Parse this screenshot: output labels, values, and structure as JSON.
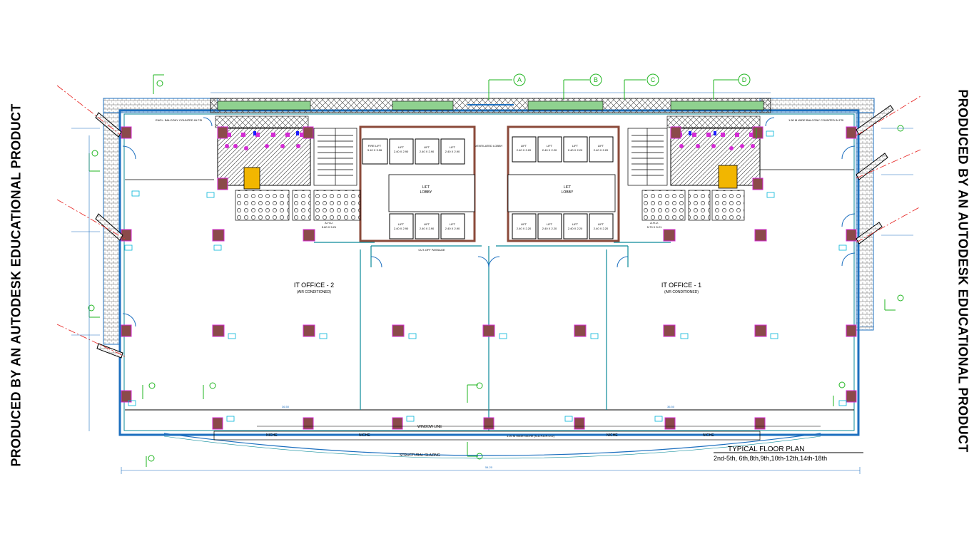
{
  "watermark": {
    "left": "PRODUCED BY AN AUTODESK EDUCATIONAL PRODUCT",
    "right": "PRODUCED BY AN AUTODESK EDUCATIONAL PRODUCT"
  },
  "title": {
    "main": "TYPICAL FLOOR PLAN",
    "floors": "2nd-5th, 6th,8th,9th,10th-12th,14th-18th"
  },
  "grid_markers": [
    "A",
    "B",
    "C",
    "D"
  ],
  "rooms": {
    "office_left": "IT OFFICE - 2",
    "office_left_sub": "(AIR CONDITIONED)",
    "office_right": "IT OFFICE - 1",
    "office_right_sub": "(AIR CONDITIONED)",
    "lift_lobby_left": "LIFT",
    "lift_lobby_left_2": "LOBBY",
    "lift_lobby_right": "LIFT",
    "lift_lobby_right_2": "LOBBY",
    "cutoff": "CUT-OFF PASSAGE",
    "ahu_left": "A.H.U.",
    "ahu_left_size": "5.60 X 5.21",
    "ahu_right": "A.H.U.",
    "ahu_right_size": "5.70 X 5.21",
    "ventilated_lobby": "VENTILATED LOBBY",
    "balcony_left": "ENCL. BALCONY COUNTED IN FSI",
    "balcony_right": "1.50 M WIDE BALCONY COUNTED IN FSI",
    "fire_lift": "FIRE LIFT",
    "fire_lift_size": "3.10 X 3.26"
  },
  "lifts": {
    "label": "LIFT",
    "size_left": "2.40 X 2.90",
    "size_right": "2.40 X 2.20"
  },
  "bottom_labels": {
    "niche": "NICHE",
    "window_line": "WINDOW LINE",
    "wide_niche": "1.20 M WIDE NICHE (N.A.F.A.R.O.D)",
    "structural_glazing": "STRUCTURAL GLAZING"
  },
  "dims": {
    "overall": "54.20",
    "inner": "36.50",
    "inner2": "36.50"
  }
}
